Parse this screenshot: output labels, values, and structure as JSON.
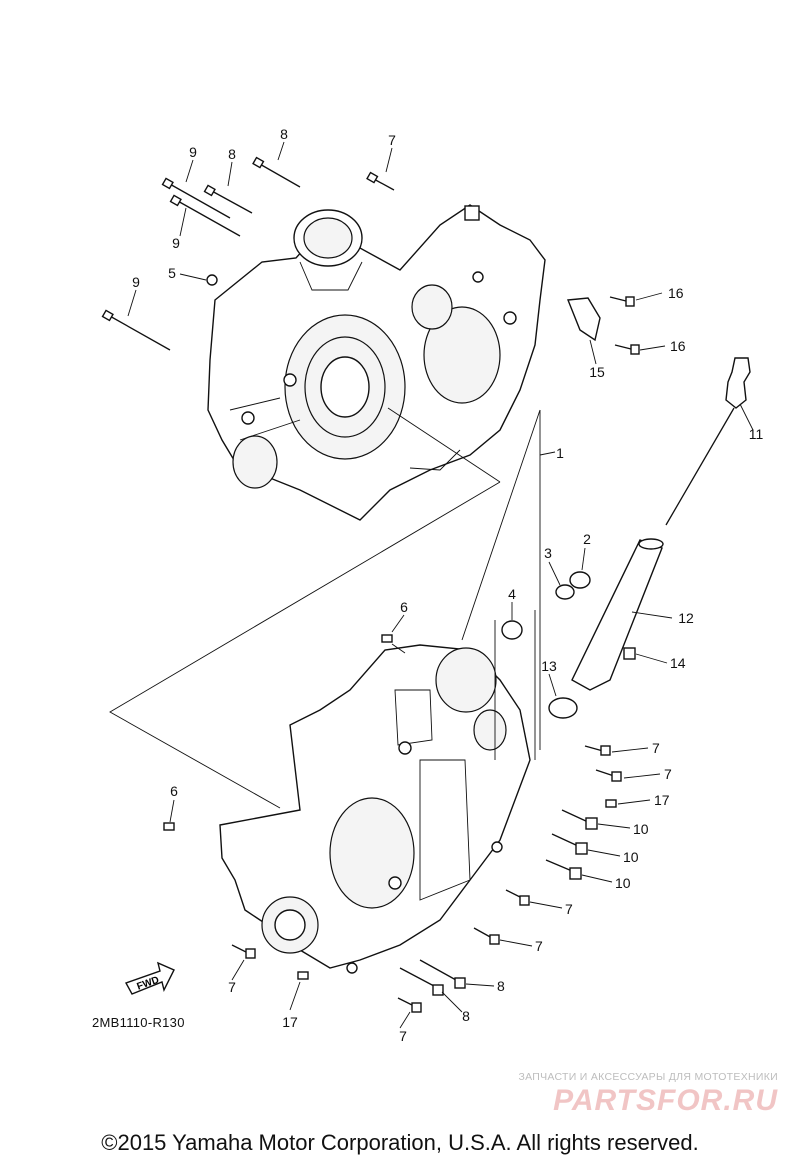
{
  "diagram": {
    "code": "2MB1110-R130",
    "fwd_label": "FWD",
    "callouts": [
      "8",
      "7",
      "9",
      "8",
      "9",
      "5",
      "9",
      "16",
      "16",
      "15",
      "11",
      "1",
      "2",
      "3",
      "4",
      "12",
      "6",
      "13",
      "14",
      "7",
      "7",
      "17",
      "10",
      "10",
      "10",
      "7",
      "7",
      "6",
      "7",
      "8",
      "8",
      "17",
      "7"
    ]
  },
  "watermark": {
    "tagline": "ЗАПЧАСТИ И АКСЕССУАРЫ ДЛЯ МОТОТЕХНИКИ",
    "brand": "PARTSFOR.RU"
  },
  "footer": {
    "copyright": "©2015 Yamaha Motor Corporation, U.S.A. All rights reserved."
  }
}
